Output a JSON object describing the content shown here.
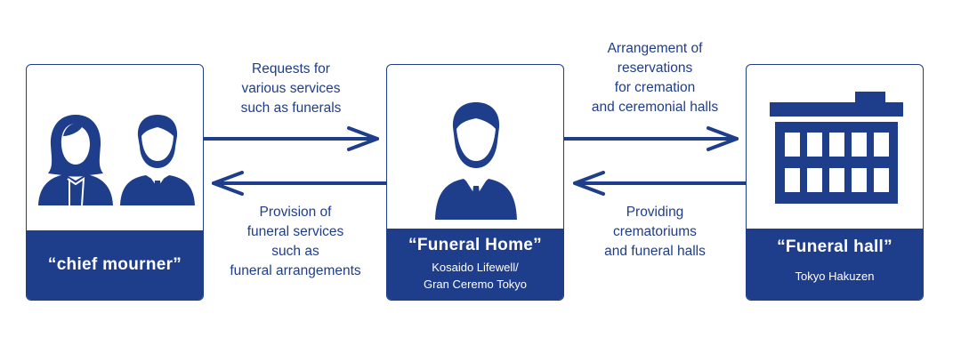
{
  "nodes": {
    "chief_mourner": {
      "title": "“chief mourner”"
    },
    "funeral_home": {
      "title": "“Funeral Home”",
      "subtitle_line1": "Kosaido Lifewell/",
      "subtitle_line2": "Gran Ceremo Tokyo"
    },
    "funeral_hall": {
      "title": "“Funeral hall”",
      "subtitle": "Tokyo Hakuzen"
    }
  },
  "flows": {
    "requests": [
      "Requests for",
      "various services",
      "such as funerals"
    ],
    "provision": [
      "Provision of",
      "funeral services",
      "such as",
      "funeral arrangements"
    ],
    "arrangement": [
      "Arrangement of",
      "reservations",
      "for cremation",
      "and ceremonial halls"
    ],
    "providing": [
      "Providing",
      "crematoriums",
      "and funeral halls"
    ]
  },
  "colors": {
    "primary": "#1e3d8a"
  },
  "icons": [
    "female-person-icon",
    "male-person-icon",
    "businessman-icon",
    "building-icon",
    "arrow-right-icon",
    "arrow-left-icon"
  ]
}
